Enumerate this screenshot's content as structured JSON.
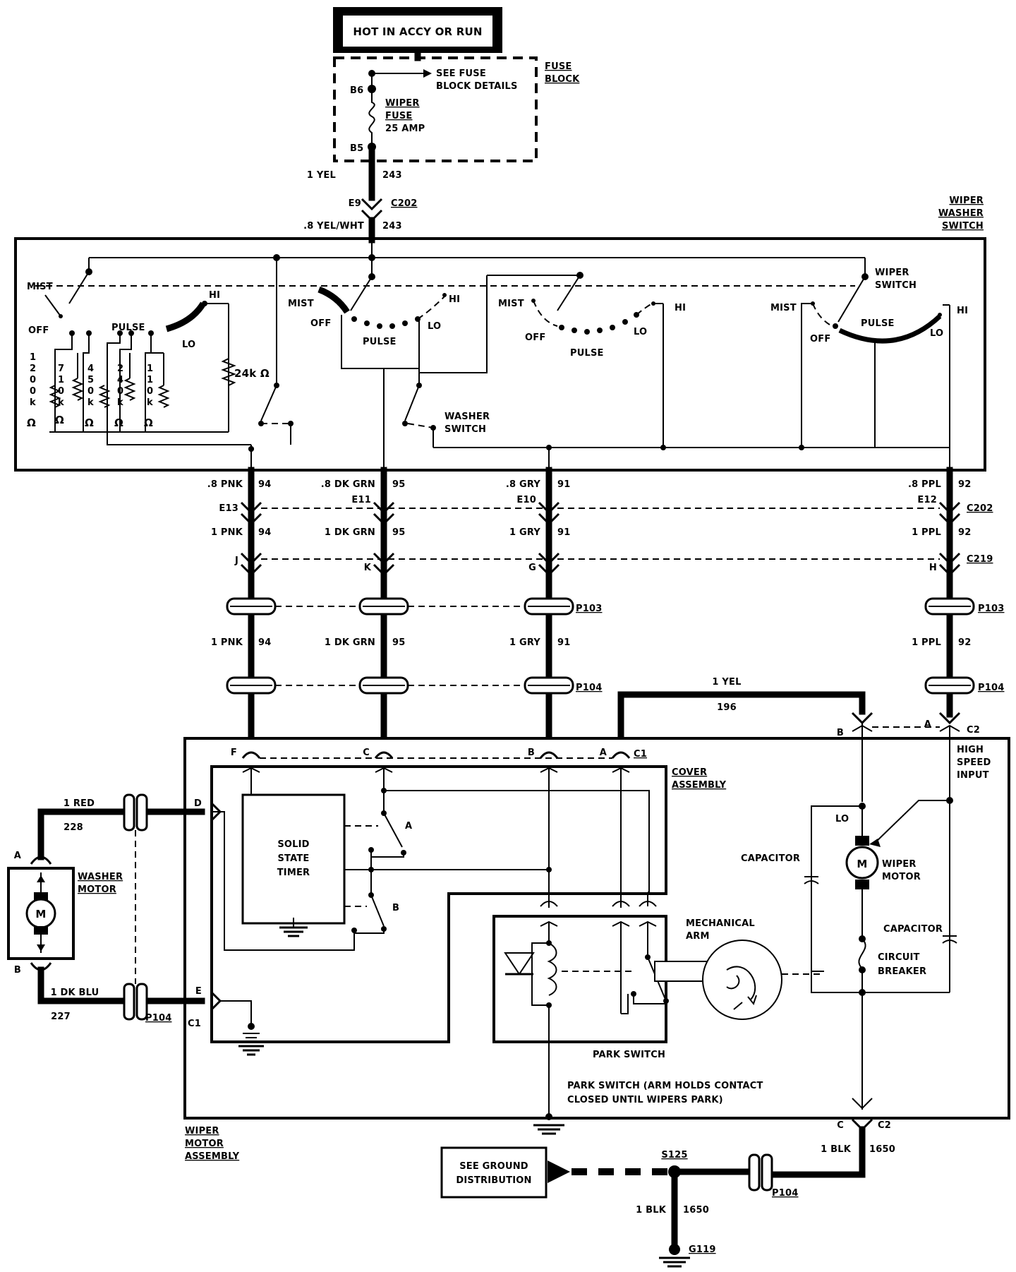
{
  "power": {
    "hot_label": "HOT IN ACCY OR RUN"
  },
  "fuse_block": {
    "title_line1": "FUSE",
    "title_line2": "BLOCK",
    "see_line1": "SEE FUSE",
    "see_line2": "BLOCK DETAILS",
    "pin_top": "B6",
    "pin_bottom": "B5",
    "fuse_line1": "WIPER",
    "fuse_line2": "FUSE",
    "fuse_line3": "25 AMP"
  },
  "feed": {
    "wire_top_color": "1 YEL",
    "wire_top_circuit": "243",
    "conn_pin": "E9",
    "conn_name": "C202",
    "wire_bottom_color": ".8 YEL/WHT",
    "wire_bottom_circuit": "243"
  },
  "switch": {
    "title_line1": "WIPER",
    "title_line2": "WASHER",
    "title_line3": "SWITCH",
    "mist": "MIST",
    "off": "OFF",
    "pulse": "PULSE",
    "lo": "LO",
    "hi": "HI",
    "wiper_switch_line1": "WIPER",
    "wiper_switch_line2": "SWITCH",
    "washer_switch_line1": "WASHER",
    "washer_switch_line2": "SWITCH",
    "resistor_24k": "24k Ω",
    "resistors": [
      {
        "digits": [
          "1",
          "2",
          "0",
          "0",
          "k"
        ],
        "unit": "Ω"
      },
      {
        "digits": [
          "7",
          "1",
          "0",
          "k"
        ],
        "unit": "Ω"
      },
      {
        "digits": [
          "4",
          "5",
          "0",
          "k"
        ],
        "unit": "Ω"
      },
      {
        "digits": [
          "2",
          "4",
          "0",
          "k"
        ],
        "unit": "Ω"
      },
      {
        "digits": [
          "1",
          "1",
          "0",
          "k"
        ],
        "unit": "Ω"
      }
    ]
  },
  "harness": {
    "columns": [
      {
        "w1": ".8 PNK",
        "c1": "94",
        "p1": "E13",
        "w2": "1 PNK",
        "c2": "94",
        "p2": "J",
        "w3": "1 PNK",
        "c3": "94"
      },
      {
        "w1": ".8 DK GRN",
        "c1": "95",
        "p1": "E11",
        "w2": "1 DK GRN",
        "c2": "95",
        "p2": "K",
        "w3": "1 DK GRN",
        "c3": "95"
      },
      {
        "w1": ".8 GRY",
        "c1": "91",
        "p1": "E10",
        "w2": "1 GRY",
        "c2": "91",
        "p2": "G",
        "w3": "1 GRY",
        "c3": "91"
      },
      {
        "w1": ".8 PPL",
        "c1": "92",
        "p1": "E12",
        "w2": "1 PPL",
        "c2": "92",
        "p2": "H",
        "w3": "1 PPL",
        "c3": "92"
      }
    ],
    "c202": "C202",
    "c219": "C219",
    "p103": "P103",
    "p104": "P104"
  },
  "motor_assembly": {
    "title_line1": "WIPER",
    "title_line2": "MOTOR",
    "title_line3": "ASSEMBLY",
    "c1_pins": [
      "F",
      "C",
      "B",
      "A"
    ],
    "c1": "C1",
    "c2": "C2",
    "pin_b": "B",
    "pin_a": "A",
    "pin_d": "D",
    "pin_e": "E",
    "pin_c": "C",
    "jumper_color": "1 YEL",
    "jumper_circuit": "196",
    "high_speed_line1": "HIGH",
    "high_speed_line2": "SPEED",
    "high_speed_line3": "INPUT",
    "cover_line1": "COVER",
    "cover_line2": "ASSEMBLY",
    "timer_line1": "SOLID",
    "timer_line2": "STATE",
    "timer_line3": "TIMER",
    "relay_a": "A",
    "relay_b": "B",
    "lo": "LO",
    "capacitor": "CAPACITOR",
    "motor_letter": "M",
    "wiper_motor_line1": "WIPER",
    "wiper_motor_line2": "MOTOR",
    "mech_line1": "MECHANICAL",
    "mech_line2": "ARM",
    "breaker_line1": "CIRCUIT",
    "breaker_line2": "BREAKER",
    "park_switch": "PARK SWITCH",
    "park_note_line1": "PARK SWITCH (ARM HOLDS CONTACT",
    "park_note_line2": "CLOSED UNTIL WIPERS PARK)"
  },
  "washer": {
    "title_line1": "WASHER",
    "title_line2": "MOTOR",
    "motor_letter": "M",
    "pin_a": "A",
    "pin_b": "B",
    "red_color": "1 RED",
    "red_circuit": "228",
    "blu_color": "1 DK BLU",
    "blu_circuit": "227",
    "p104": "P104"
  },
  "ground": {
    "see_line1": "SEE GROUND",
    "see_line2": "DISTRIBUTION",
    "splice": "S125",
    "wire_color": "1 BLK",
    "wire_circuit": "1650",
    "ground": "G119",
    "c2_wire_color": "1 BLK",
    "c2_wire_circuit": "1650",
    "p104": "P104"
  }
}
